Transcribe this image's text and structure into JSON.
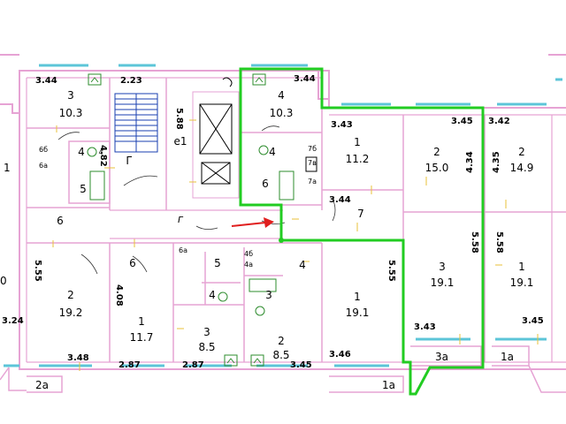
{
  "colors": {
    "wall": "#e6a3d4",
    "wall_dark": "#c97bb6",
    "window": "#5cc5d8",
    "highlight": "#22cc22",
    "fixture": "#2e8c2e",
    "arrow": "#e01e1e",
    "stair": "#1a3fb0",
    "tick": "#e8c23a"
  },
  "rooms": [
    {
      "num": "3",
      "area": "10.3"
    },
    {
      "num": "4",
      "area": "10.3"
    },
    {
      "num": "1",
      "area": "11.2"
    },
    {
      "num": "2",
      "area": "15.0"
    },
    {
      "num": "2",
      "area": "14.9"
    },
    {
      "num": "2",
      "area": "19.2"
    },
    {
      "num": "1",
      "area": "11.7"
    },
    {
      "num": "3",
      "area": "8.5"
    },
    {
      "num": "2",
      "area": "8.5"
    },
    {
      "num": "1",
      "area": "19.1"
    },
    {
      "num": "3",
      "area": "19.1"
    },
    {
      "num": "1",
      "area": "19.1"
    },
    {
      "num": "1",
      "area": ""
    },
    {
      "num": "0",
      "area": ""
    }
  ],
  "labels": [
    "6",
    "5",
    "4",
    "4",
    "6",
    "7",
    "6",
    "5",
    "4",
    "4",
    "3",
    "4",
    "5",
    "6",
    "г",
    "г",
    "е1",
    "Г",
    "6б",
    "6а",
    "7б",
    "7в",
    "7а",
    "6а",
    "4б",
    "4а",
    "2а",
    "3а",
    "1а",
    "1а"
  ],
  "dims": [
    "3.44",
    "2.23",
    "3.44",
    "3.43",
    "3.45",
    "3.42",
    "3.44",
    "3.43",
    "3.45",
    "3.46",
    "3.45",
    "3.48",
    "2.87",
    "2.87",
    "3.24"
  ],
  "vdims": [
    "5.88",
    "4.82",
    "4.34",
    "4.35",
    "5.58",
    "5.58",
    "5.55",
    "5.55",
    "4.08"
  ]
}
